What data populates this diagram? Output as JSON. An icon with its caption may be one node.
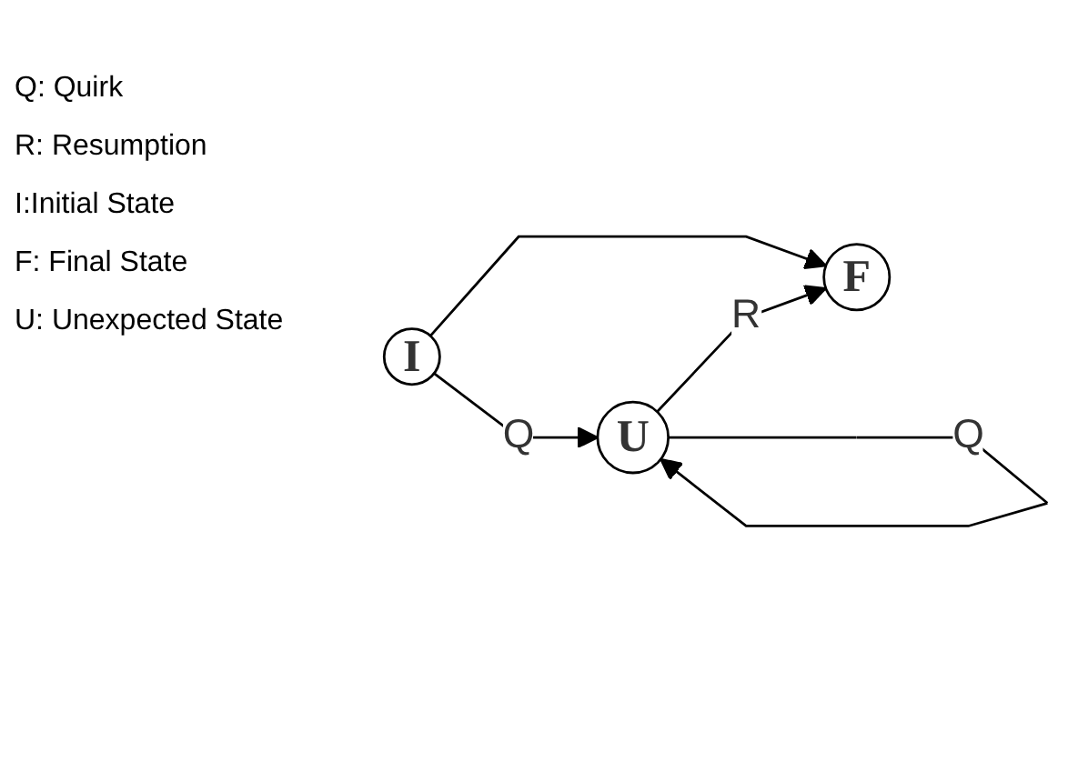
{
  "diagram": {
    "nodes": [
      {
        "text": [
          "I"
        ]
      },
      {
        "text": [
          "F"
        ]
      },
      {
        "text": [
          "U"
        ]
      }
    ],
    "edges": [
      {
        "from": 0,
        "to": 1,
        "arrow": "to"
      },
      {
        "from": 0,
        "to": 2,
        "arrow": "to",
        "label": "Q"
      },
      {
        "from": 2,
        "to": 1,
        "arrow": "to",
        "label": "R"
      },
      {
        "from": 2,
        "to": 2,
        "arrow": "to",
        "label": "Q"
      }
    ],
    "labels": [
      "Q: Quirk",
      "R: Resumption",
      "I:Initial State",
      "F: Final State",
      "U: Unexpected State"
    ]
  }
}
